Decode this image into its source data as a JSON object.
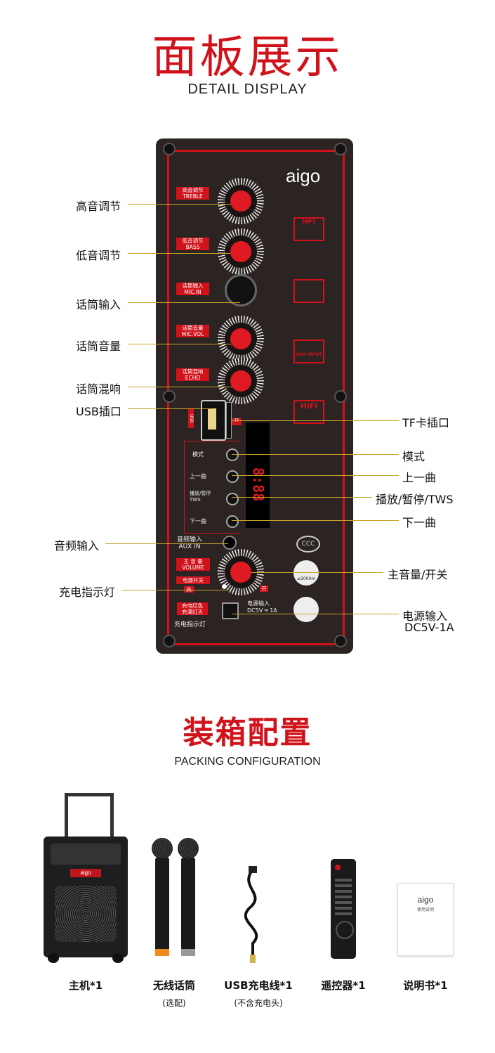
{
  "section1": {
    "title_cn": "面板展示",
    "title_en": "DETAIL DISPLAY"
  },
  "brand": "aigo",
  "panel_labels": {
    "treble": [
      "高音调节",
      "TREBLE"
    ],
    "bass": [
      "低音调节",
      "BASS"
    ],
    "mic_in": [
      "话筒输入",
      "MIC.IN"
    ],
    "mic_vol": [
      "话筒音量",
      "MIC.VOL"
    ],
    "echo": [
      "话筒混响",
      "ECHO"
    ],
    "mode": "模式",
    "prev": "上一曲",
    "play": [
      "播放/暂停",
      "TWS"
    ],
    "next": "下一曲",
    "aux": [
      "音频输入",
      "AUX IN"
    ],
    "volume": [
      "主 音 量",
      "VOLUME"
    ],
    "power_switch": "电源开关",
    "off": "关",
    "on": "开",
    "charge": [
      "充电红色",
      "充满灯灭"
    ],
    "charge_indicator": "充电指示灯",
    "dc": [
      "电源输入",
      "DC5V ═ 1A"
    ],
    "tf": "TF",
    "usb": "USB",
    "display": "8:88",
    "mp3": "MP3",
    "hifi": "HiFi",
    "aux_input": "AUX INPUT",
    "altitude": "≤2000m"
  },
  "callouts_left": [
    "高音调节",
    "低音调节",
    "话筒输入",
    "话筒音量",
    "话筒混响",
    "USB插口",
    "音频输入",
    "充电指示灯"
  ],
  "callouts_right": [
    "TF卡插口",
    "模式",
    "上一曲",
    "播放/暂停/TWS",
    "下一曲",
    "主音量/开关",
    "电源输入",
    "DC5V-1A"
  ],
  "section2": {
    "title_cn": "装箱配置",
    "title_en": "PACKING CONFIGURATION"
  },
  "items": [
    {
      "name": "主机*1",
      "note": ""
    },
    {
      "name": "无线话筒",
      "note": "(选配)"
    },
    {
      "name": "USB充电线*1",
      "note": "(不含充电头)"
    },
    {
      "name": "遥控器*1",
      "note": ""
    },
    {
      "name": "说明书*1",
      "note": ""
    }
  ],
  "manual": {
    "brand": "aigo",
    "title": "使用说明"
  },
  "speaker_logo": "aigo",
  "colors": {
    "accent": "#d0121b",
    "panel": "#2b2422",
    "leader": "#c9a227"
  }
}
